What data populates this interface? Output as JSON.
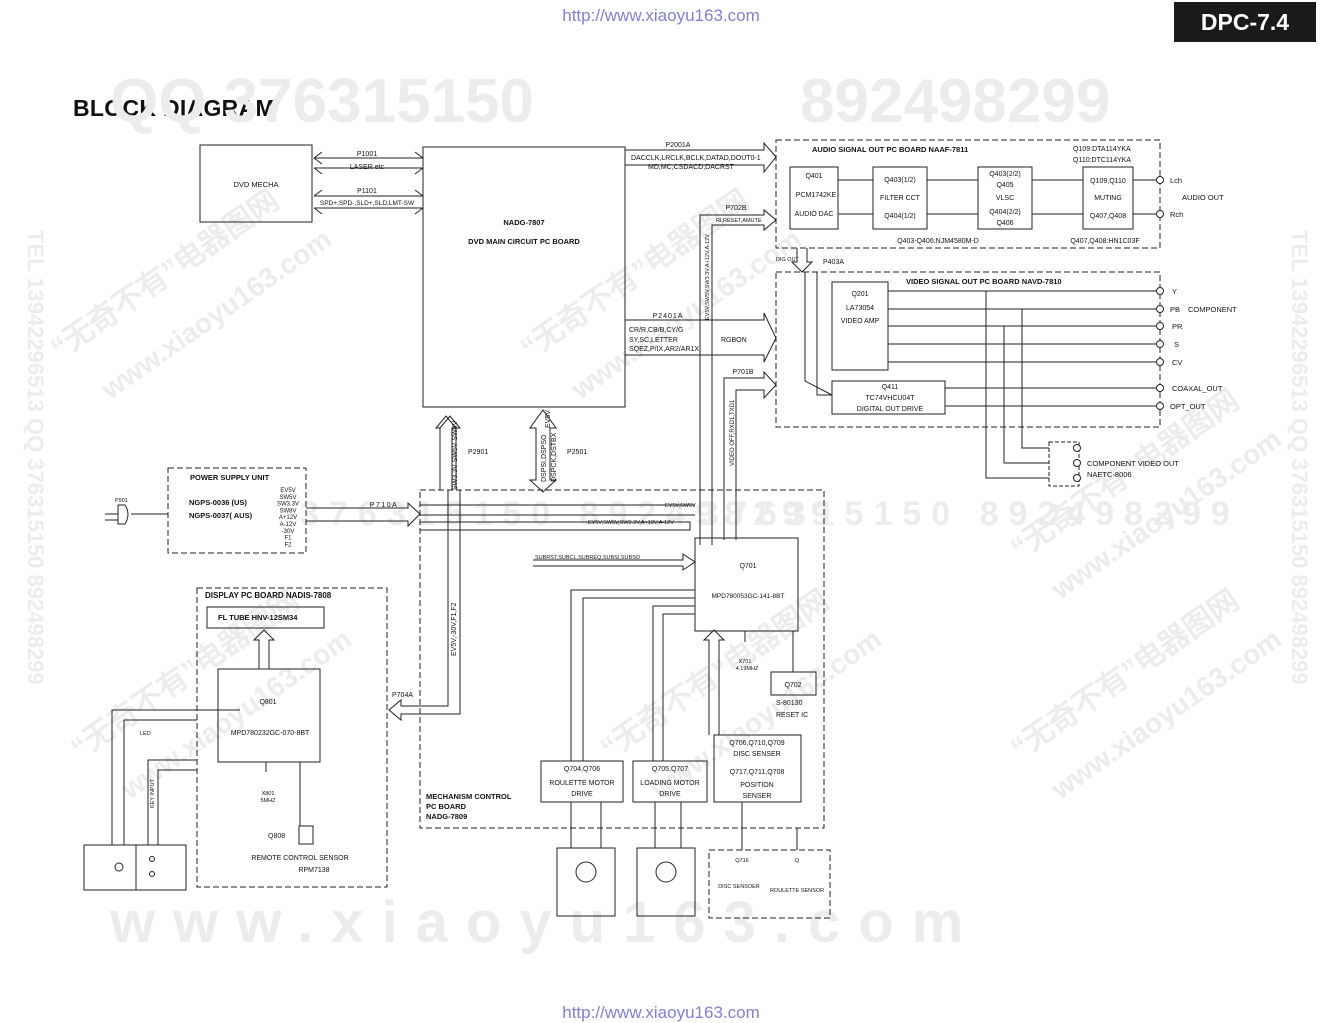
{
  "header": {
    "url_top": "http://www.xiaoyu163.com",
    "url_bottom": "http://www.xiaoyu163.com",
    "model_badge": "DPC-7.4",
    "title": "BLOCK DIAGRAM"
  },
  "watermark": {
    "qq_top": "QQ 376315150",
    "qq_top2": "892498299",
    "www_bottom": "www.xiaoyu163.com",
    "mid": "376315150  892498299",
    "cn": "“无奇不有”电器图网",
    "site": "www.xiaoyu163.com",
    "tel_left": "TEL 13942296513  QQ 376315150  892498299",
    "tel_right": "TEL 13942296513  QQ 376315150  892498299"
  },
  "dvd_mecha": {
    "label": "DVD MECHA"
  },
  "connectors_mecha": {
    "p1001": "P1001",
    "p1001_desc": "LASER etc",
    "p1101": "P1101",
    "p1101_desc": "SPD+,SPD-,SLD+,SLD,LMT-SW"
  },
  "main_board": {
    "name": "NADG-7807",
    "desc": "DVD MAIN CIRCUIT PC BOARD"
  },
  "p2001a": {
    "label": "P2001A",
    "line1": "DACCLK,LRCLK,BCLK,DATAD,DOUT0-1",
    "line2": "MD,MC,CSDACD,DACRST"
  },
  "p702b": {
    "label": "P702B",
    "desc": "RI,RESET,AMUTE"
  },
  "p2401a": {
    "label": "P2401A",
    "line1": "CR/R,CB/B,CY/G",
    "line2": "SY,SC,LETTER",
    "line3": "SQEZ,P/IX,AR2/AR1X",
    "rgbon": "RGBON"
  },
  "p701b": {
    "label": "P701B"
  },
  "p403a": {
    "label": "P403A",
    "dig_out": "DIG OUT"
  },
  "vertical_labels": {
    "ev5v_sw": "EV5V,SW5V,SW3.3V,A+12V,A-12V",
    "video_off": "VIDEO OFF,RXD1,TXD1",
    "sw33": "SW3.3V  SW5V  SW8V",
    "dsp": "DSPSI,DSPSO",
    "dsp2": "DSPCK,DSTBX",
    "ev5v": "EV5V",
    "ev5v_f1f2": "EV5V,-30V,F1,F2",
    "p2901": "P2901",
    "p2501": "P2501"
  },
  "audio_board": {
    "title": "AUDIO SIGNAL OUT PC BOARD  NAAF-7811",
    "q109_note1": "Q109:DTA114YKA",
    "q109_note2": "Q110:DTC114YKA",
    "q401": "Q401",
    "pcm": "PCM1742KE",
    "audio_dac": "AUDIO DAC",
    "filter_q1": "Q403(1/2)",
    "filter": "FILTER CCT",
    "filter_q2": "Q404(1/2)",
    "vlsc_q1": "Q403(2/2)",
    "vlsc_q2": "Q405",
    "vlsc": "VLSC",
    "vlsc_q3": "Q404(2/2)",
    "vlsc_q4": "Q406",
    "mute_q1": "Q109,Q110",
    "muting": "MUTING",
    "mute_q2": "Q407,Q408",
    "note_njm": "Q403-Q406:NJM4580M-D",
    "note_hn": "Q407,Q408:HN1C03F",
    "lch": "Lch",
    "rch": "Rch",
    "audio_out": "AUDIO OUT"
  },
  "video_board": {
    "title": "VIDEO SIGNAL OUT PC BOARD  NAVD-7810",
    "q201": "Q201",
    "la": "LA73054",
    "video_amp": "VIDEO AMP",
    "q411": "Q411",
    "tc": "TC74VHCU04T",
    "digital_out": "DIGITAL OUT DRIVE",
    "y": "Y",
    "pb": "PB",
    "component": "COMPONENT",
    "pr": "PR",
    "s": "S",
    "cv": "CV",
    "coaxal": "COAXAL_OUT",
    "opt": "OPT_OUT"
  },
  "component_out": {
    "line1": "COMPONENT VIDEO OUT",
    "line2": "NAETC-8006"
  },
  "power": {
    "title": "POWER SUPPLY UNIT",
    "m1": "NGPS-0036 (US)",
    "m2": "NGPS-0037( AUS)",
    "rails": [
      "EV5V",
      "SW5V",
      "SW3.3V",
      "SW8V",
      "A+12V",
      "A-12V",
      "-30V",
      "F1",
      "F2"
    ],
    "p901": "P901",
    "p710a": "P710A"
  },
  "mech_board": {
    "bus1": "EV5V,SW5V",
    "bus2": "EV5V,SW5V,SW3.3V,A+12V,A-12V",
    "bus3": "SUBRST,SUBCL,SUBREQ,SUBSI,SUBSO",
    "q701": "Q701",
    "mpd": "MPD780053GC-141-8BT",
    "x701": "X701",
    "x701f": "4.19MHZ",
    "q702": "Q702",
    "s80": "S-80130",
    "reset": "RESET IC",
    "p704a": "P704A",
    "name1": "MECHANISM CONTROL",
    "name2": "PC BOARD",
    "name3": "NADG-7809",
    "rm_q": "Q704,Q706",
    "rm1": "ROULETTE MOTOR",
    "rm2": "DRIVE",
    "lm_q": "Q705,Q707",
    "lm1": "LOADING MOTOR",
    "lm2": "DRIVE",
    "ds_q1": "Q706,Q710,Q709",
    "ds1": "DISC SENSER",
    "ds_q2": "Q717,Q711,Q708",
    "ds2": "POSITION",
    "ds3": "SENSER",
    "q716": "Q716",
    "q_s": "Q",
    "disc_sensor": "DISC SENSOER",
    "roulette_sensor": "ROULETTE SENSOR"
  },
  "display_board": {
    "title": "DISPLAY PC BOARD  NADIS-7808",
    "fl": "FL TUBE HNV-12SM34",
    "q801": "Q801",
    "mpd": "MPD780232GC-070-8BT",
    "x801": "X801",
    "x801f": "5MHZ",
    "q808": "Q808",
    "rcs": "REMOTE CONTROL SENSOR",
    "rpm": "RPM7138",
    "led": "LED",
    "key": "KEY INPUT"
  }
}
